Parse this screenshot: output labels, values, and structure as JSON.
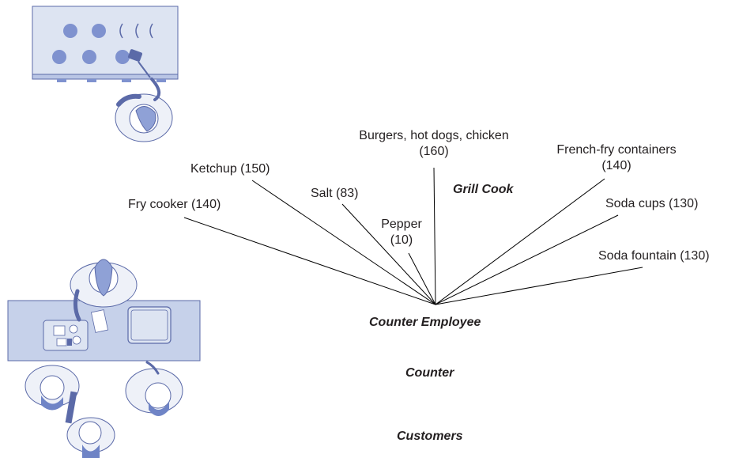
{
  "roles": {
    "grill_cook": "Grill Cook",
    "counter_employee": "Counter Employee",
    "counter": "Counter",
    "customers": "Customers"
  },
  "items": {
    "burgers": {
      "line1": "Burgers, hot dogs, chicken",
      "line2": "(160)"
    },
    "french_fry": {
      "line1": "French-fry containers",
      "line2": "(140)"
    },
    "ketchup": "Ketchup (150)",
    "salt": "Salt (83)",
    "fry_cooker": "Fry cooker (140)",
    "pepper": {
      "line1": "Pepper",
      "line2": "(10)"
    },
    "soda_cups": "Soda cups (130)",
    "soda_fountain": "Soda fountain (130)"
  },
  "colors": {
    "illustration_fill": "#dde4f2",
    "illustration_stroke": "#5b6aa8",
    "burner": "#7f92cf",
    "line": "#000000"
  }
}
